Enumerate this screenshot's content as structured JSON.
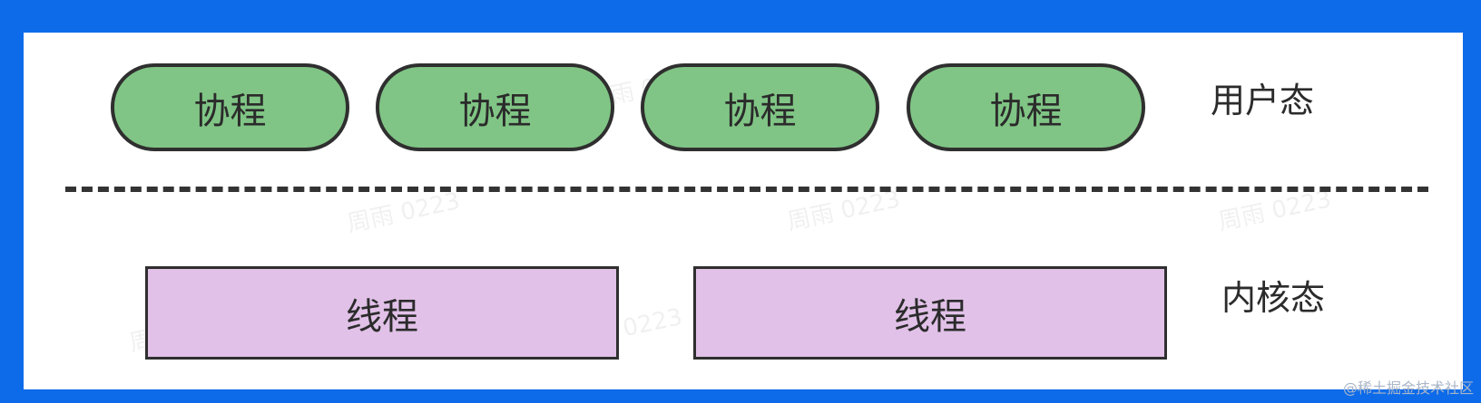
{
  "diagram": {
    "user_space": {
      "label": "用户态",
      "coroutines": [
        {
          "label": "协程"
        },
        {
          "label": "协程"
        },
        {
          "label": "协程"
        },
        {
          "label": "协程"
        }
      ]
    },
    "kernel_space": {
      "label": "内核态",
      "threads": [
        {
          "label": "线程"
        },
        {
          "label": "线程"
        }
      ]
    },
    "watermark_text": "周雨 0223",
    "site_credit": "@稀土掘金技术社区"
  },
  "colors": {
    "frame": "#0d6bea",
    "coroutine_fill": "#80c585",
    "thread_fill": "#e1c1e8",
    "stroke": "#2f2f2f"
  }
}
